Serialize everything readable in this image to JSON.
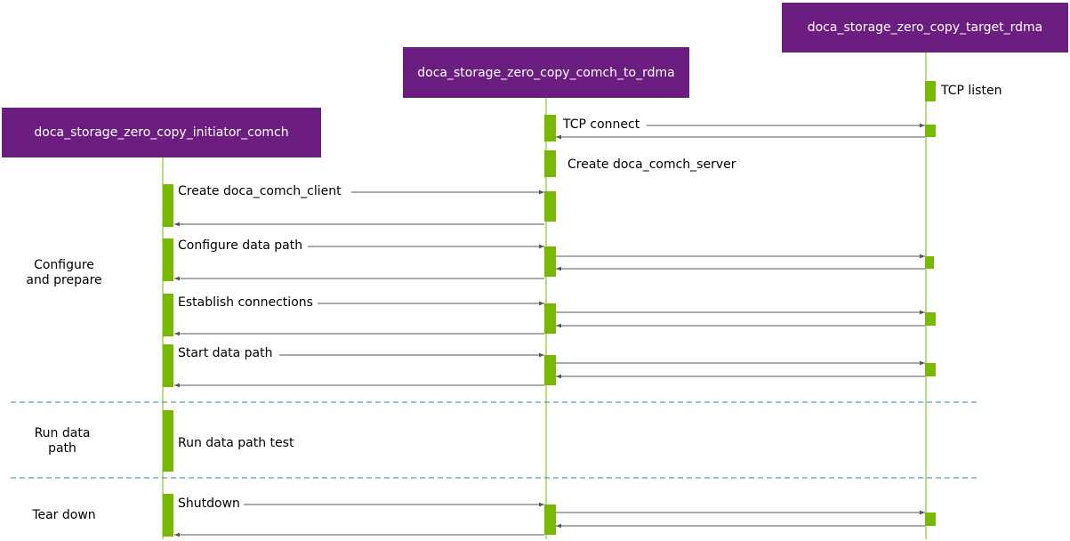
{
  "actors": {
    "initiator": "doca_storage_zero_copy_initiator_comch",
    "comch_to_rdma": "doca_storage_zero_copy_comch_to_rdma",
    "target": "doca_storage_zero_copy_target_rdma"
  },
  "phases": {
    "configure_line1": "Configure",
    "configure_line2": "and prepare",
    "run_line1": "Run data",
    "run_line2": "path",
    "teardown": "Tear down"
  },
  "messages": {
    "tcp_listen": "TCP listen",
    "tcp_connect": "TCP connect",
    "create_server": "Create doca_comch_server",
    "create_client": "Create doca_comch_client",
    "configure_data_path": "Configure data path",
    "establish_connections": "Establish connections",
    "start_data_path": "Start data path",
    "run_test": "Run data path test",
    "shutdown": "Shutdown"
  },
  "colors": {
    "actor_fill": "#6b1e80",
    "activation": "#76b900",
    "lifeline": "#76b900",
    "arrow": "#555555",
    "separator": "#2e86ab"
  }
}
